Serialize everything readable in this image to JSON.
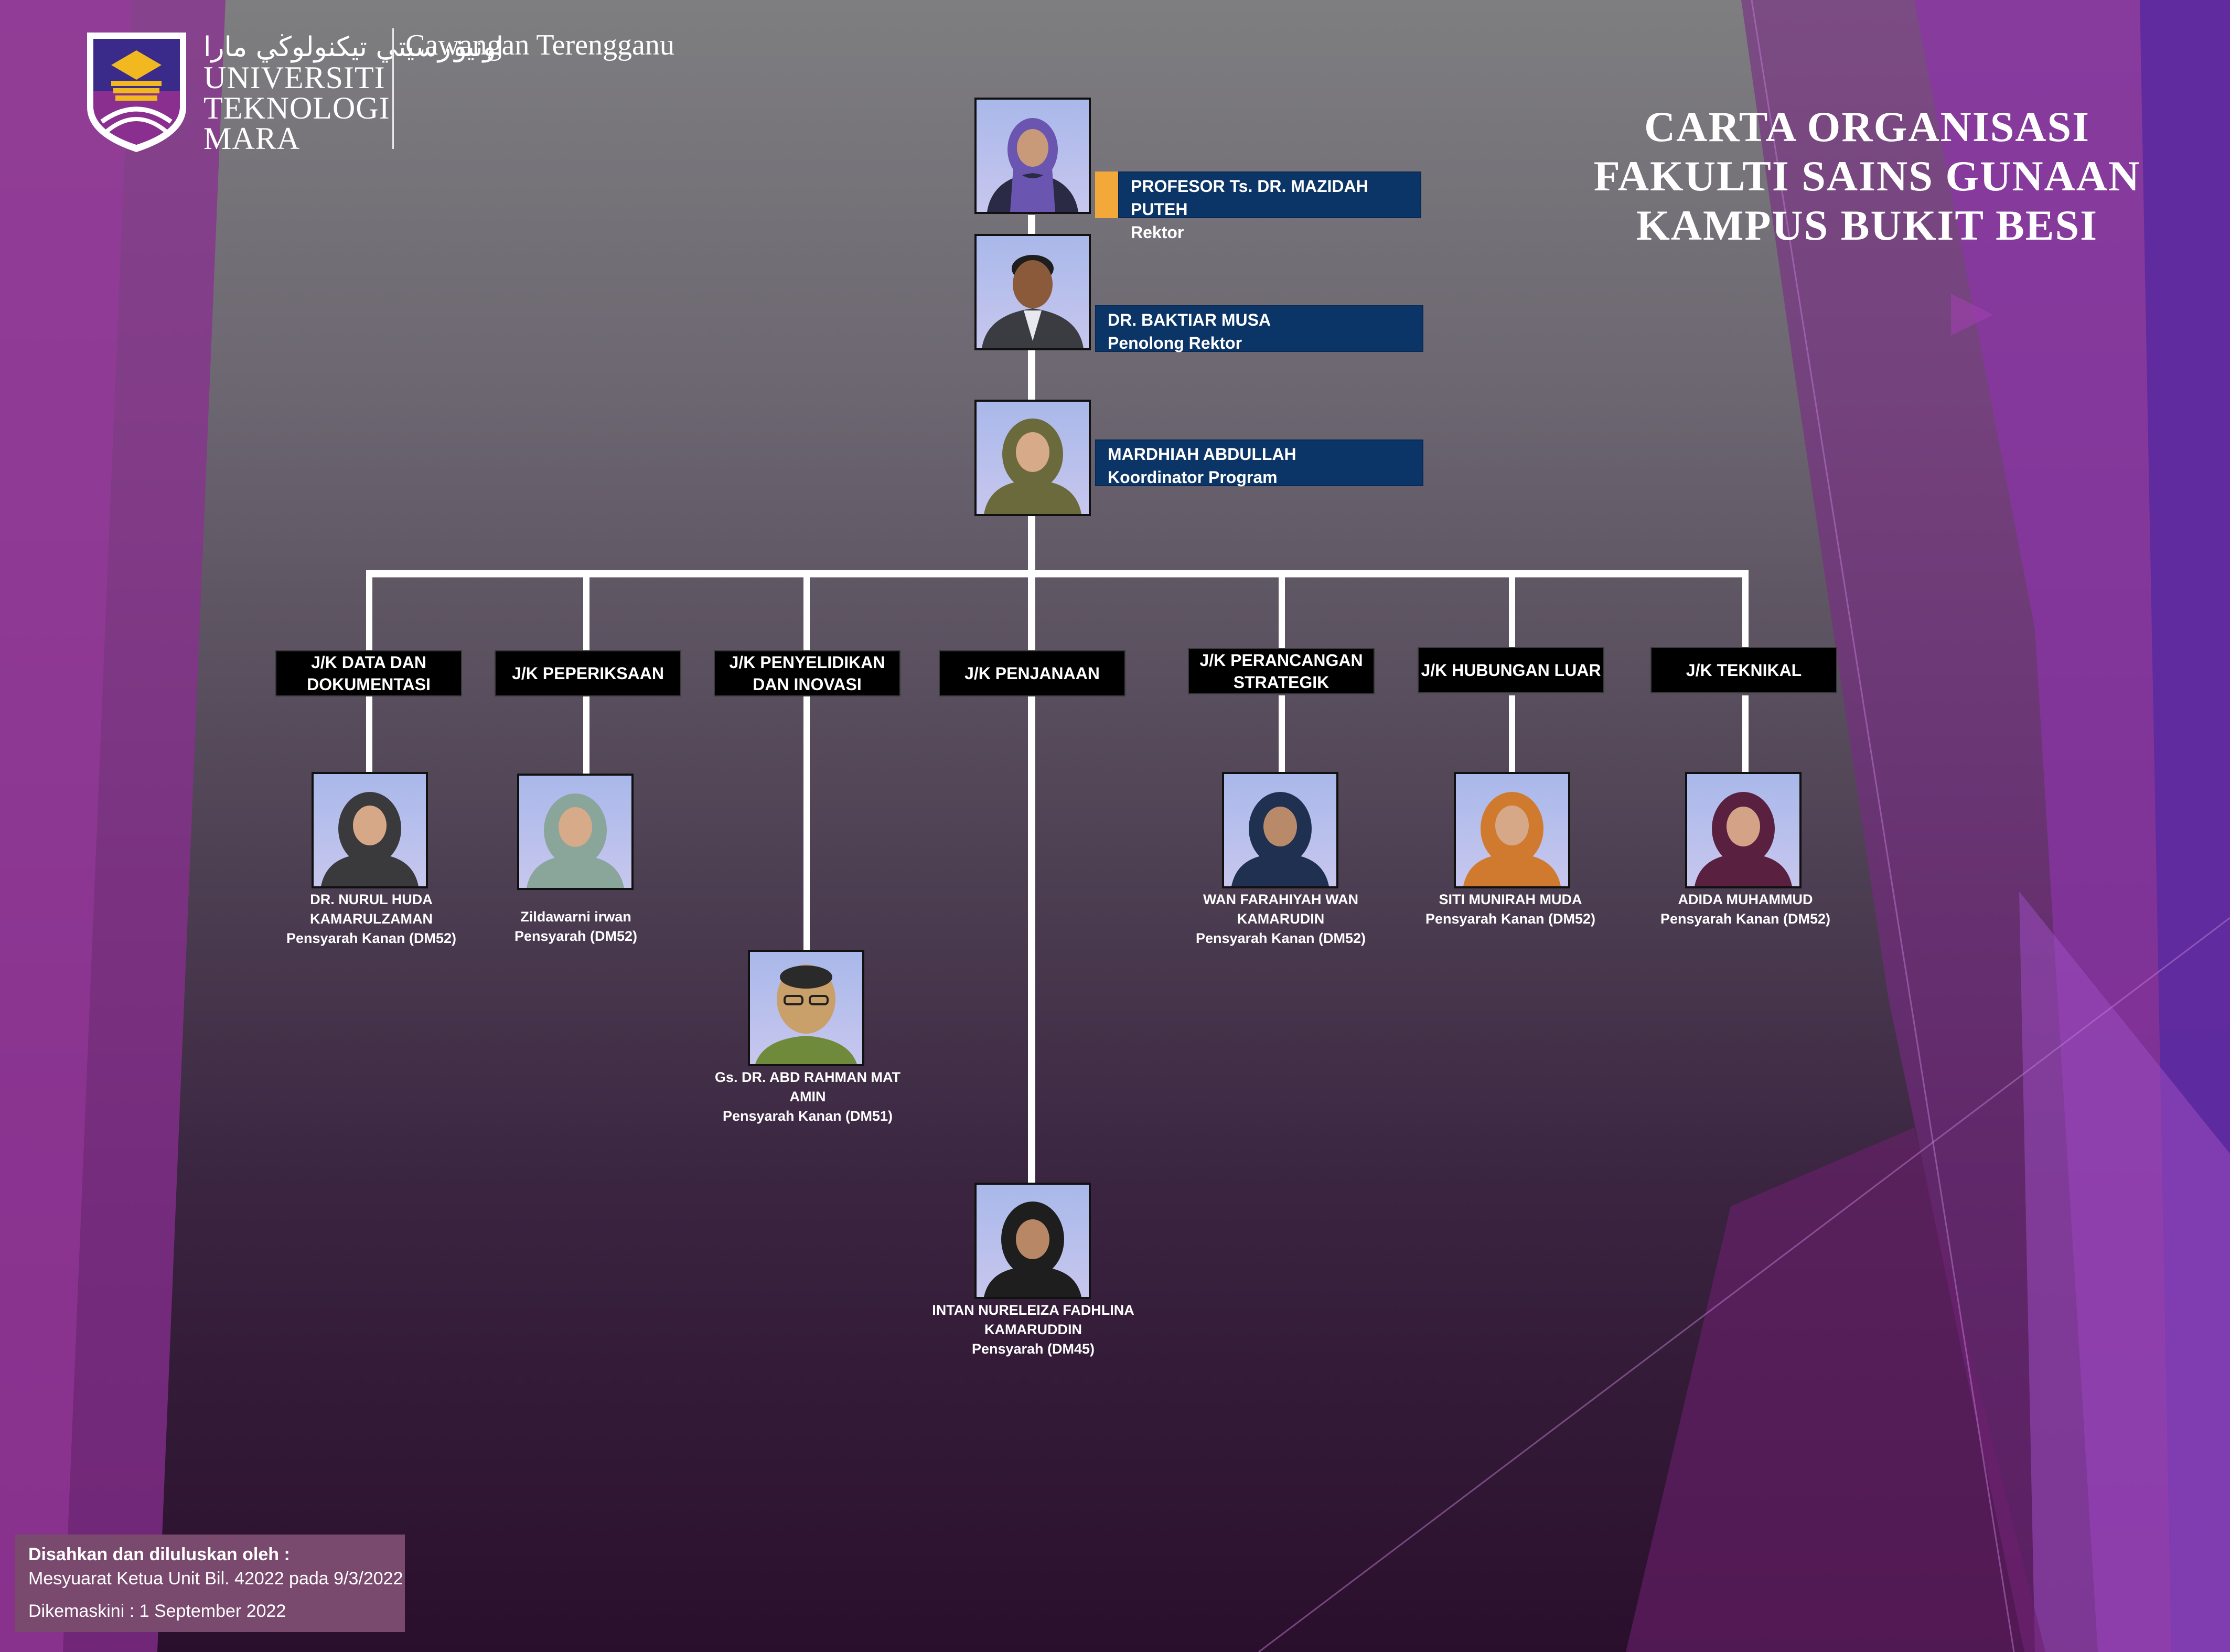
{
  "logo": {
    "arabic_text": "اونيۏرسيتي تيكنولوڬي مارا",
    "line1": "UNIVERSITI",
    "line2": "TEKNOLOGI",
    "line3": "MARA",
    "campus": "Cawangan Terengganu"
  },
  "title": {
    "line1": "CARTA ORGANISASI",
    "line2": "FAKULTI SAINS GUNAAN",
    "line3": "KAMPUS BUKIT BESI"
  },
  "leaders": [
    {
      "name": "PROFESOR Ts. DR. MAZIDAH PUTEH",
      "role": "Rektor"
    },
    {
      "name": "DR. BAKTIAR MUSA",
      "role": "Penolong Rektor"
    },
    {
      "name": "MARDHIAH ABDULLAH",
      "role": "Koordinator Program"
    }
  ],
  "committees": [
    {
      "label": "J/K DATA DAN DOKUMENTASI"
    },
    {
      "label": "J/K PEPERIKSAAN"
    },
    {
      "label": "J/K PENYELIDIKAN DAN INOVASI"
    },
    {
      "label": "J/K PENJANAAN"
    },
    {
      "label": "J/K PERANCANGAN STRATEGIK"
    },
    {
      "label": "J/K HUBUNGAN LUAR"
    },
    {
      "label": "J/K TEKNIKAL"
    }
  ],
  "members": [
    {
      "name": "DR. NURUL HUDA KAMARULZAMAN",
      "role": "Pensyarah Kanan (DM52)"
    },
    {
      "name": "Zildawarni irwan",
      "role": "Pensyarah (DM52)"
    },
    {
      "name": "Gs. DR. ABD RAHMAN MAT AMIN",
      "role": "Pensyarah Kanan (DM51)"
    },
    {
      "name": "INTAN NURELEIZA FADHLINA KAMARUDDIN",
      "role": "Pensyarah (DM45)"
    },
    {
      "name": "WAN FARAHIYAH WAN KAMARUDIN",
      "role": "Pensyarah Kanan (DM52)"
    },
    {
      "name": "SITI MUNIRAH MUDA",
      "role": "Pensyarah Kanan (DM52)"
    },
    {
      "name": "ADIDA MUHAMMUD",
      "role": "Pensyarah Kanan (DM52)"
    }
  ],
  "approval": {
    "heading": "Disahkan dan diluluskan oleh :",
    "meeting": "Mesyuarat Ketua Unit Bil. 42022 pada 9/3/2022",
    "updated": "Dikemaskini : 1 September 2022"
  },
  "colors": {
    "plate": "#0c3567",
    "accent": "#f3a83a",
    "committee_box": "#000000",
    "purple": "#7b2d8a",
    "approval_box": "#7a4a6e"
  }
}
